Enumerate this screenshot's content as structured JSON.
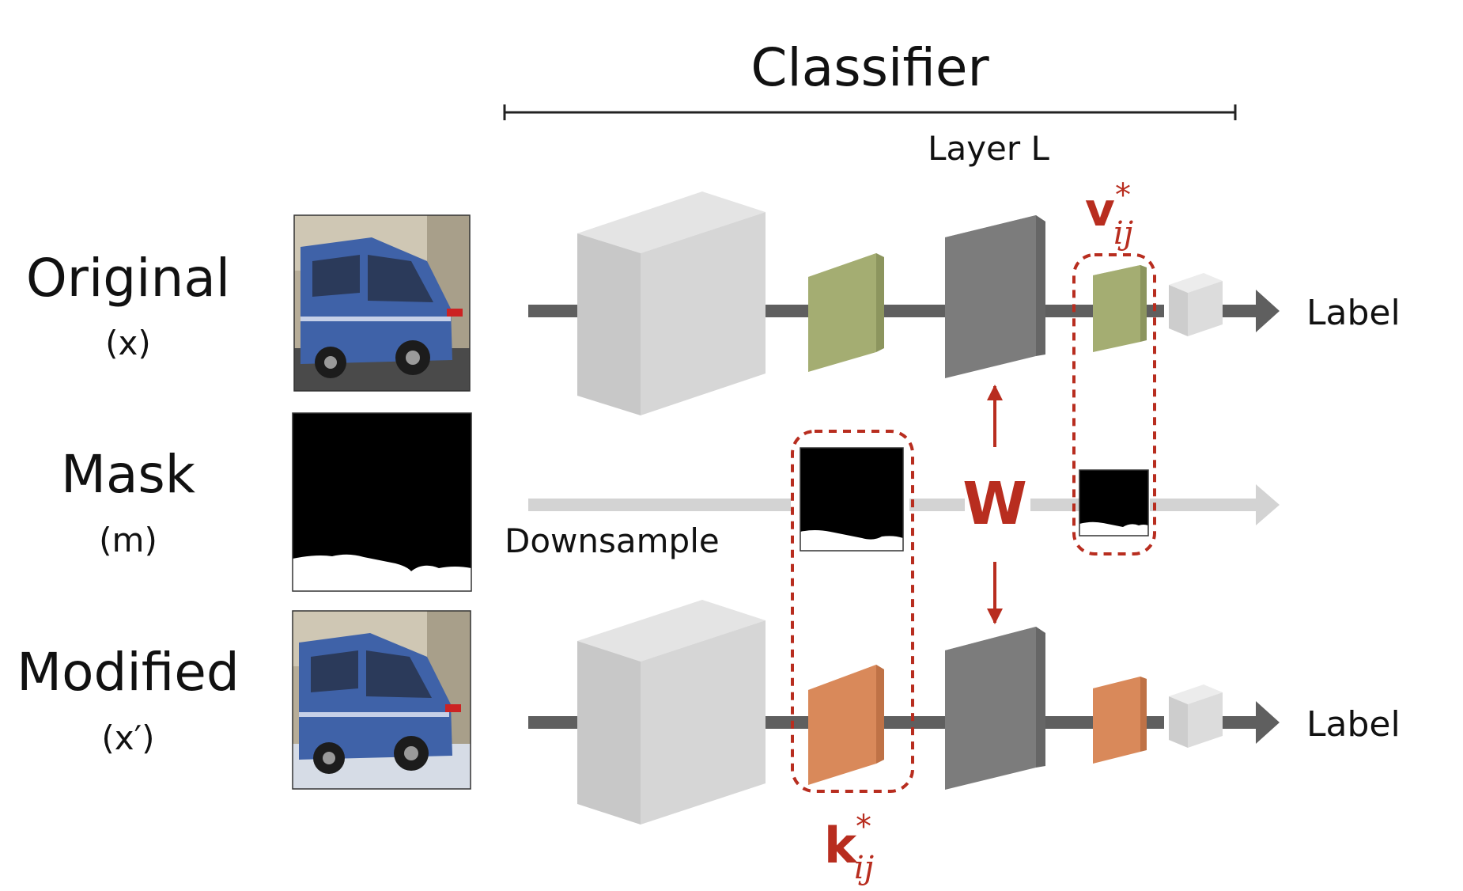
{
  "title": "Classifier",
  "layer_label": "Layer L",
  "rows": {
    "original": {
      "name": "Original",
      "symbol": "(x)"
    },
    "mask": {
      "name": "Mask",
      "symbol": "(m)"
    },
    "modified": {
      "name": "Modified",
      "symbol": "(x′)"
    }
  },
  "downsample_label": "Downsample",
  "output_label_top": "Label",
  "output_label_bottom": "Label",
  "weight_symbol": "W",
  "value_symbol": {
    "base": "v",
    "sup": "*",
    "sub": "ij"
  },
  "key_symbol": {
    "base": "k",
    "sup": "*",
    "sub": "ij"
  },
  "colors": {
    "accent_red": "#b82d1f",
    "original_feature_green": "#a4ad72",
    "modified_feature_orange": "#d9895a",
    "block_light_gray": "#d2d2d2",
    "block_dark_gray": "#7c7c7c",
    "connector_gray": "#5f5f5f",
    "mask_path_gray": "#d3d3d3"
  }
}
